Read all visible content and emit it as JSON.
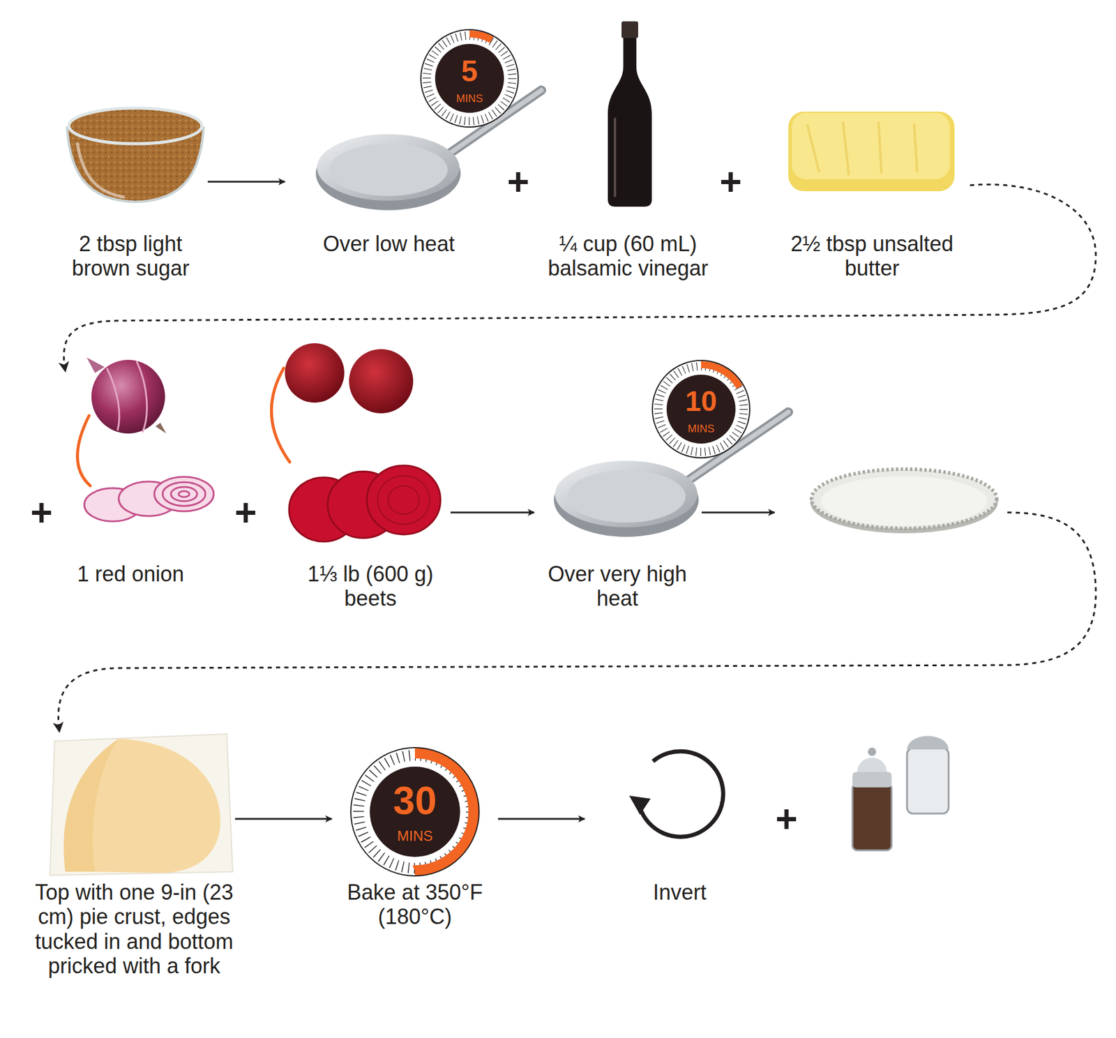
{
  "diagram": {
    "nodes": [
      {
        "text": [
          "2 tbsp light brown sugar"
        ]
      },
      {
        "text": [
          "Over low heat"
        ]
      },
      {
        "text": [
          "¼ cup (60 mL) balsamic vinegar"
        ]
      },
      {
        "text": [
          "2½ tbsp unsalted butter"
        ]
      },
      {
        "text": [
          "1 red onion"
        ]
      },
      {
        "text": [
          "1⅓ lb (600 g) beets"
        ]
      },
      {
        "text": [
          "Over very high heat"
        ]
      },
      {
        "text": [
          "Top with one 9-in (23 cm) pie crust, edges tucked in and bottom pricked with a fork"
        ]
      },
      {
        "text": [
          "Bake at 350°F (180°C)"
        ]
      },
      {
        "text": [
          "Invert"
        ]
      }
    ],
    "edges": [
      {
        "from": 0,
        "to": 1,
        "arrow": "to"
      },
      {
        "from": 3,
        "to": 4,
        "arrow": "to"
      },
      {
        "from": 5,
        "to": 6,
        "arrow": "to"
      },
      {
        "from": 7,
        "to": 8,
        "arrow": "to"
      },
      {
        "from": 8,
        "to": 9,
        "arrow": "to"
      }
    ],
    "labels": [
      "5",
      "MINS",
      "+",
      "+",
      "+",
      "+",
      "10",
      "MINS",
      "30",
      "MINS",
      "+"
    ]
  }
}
